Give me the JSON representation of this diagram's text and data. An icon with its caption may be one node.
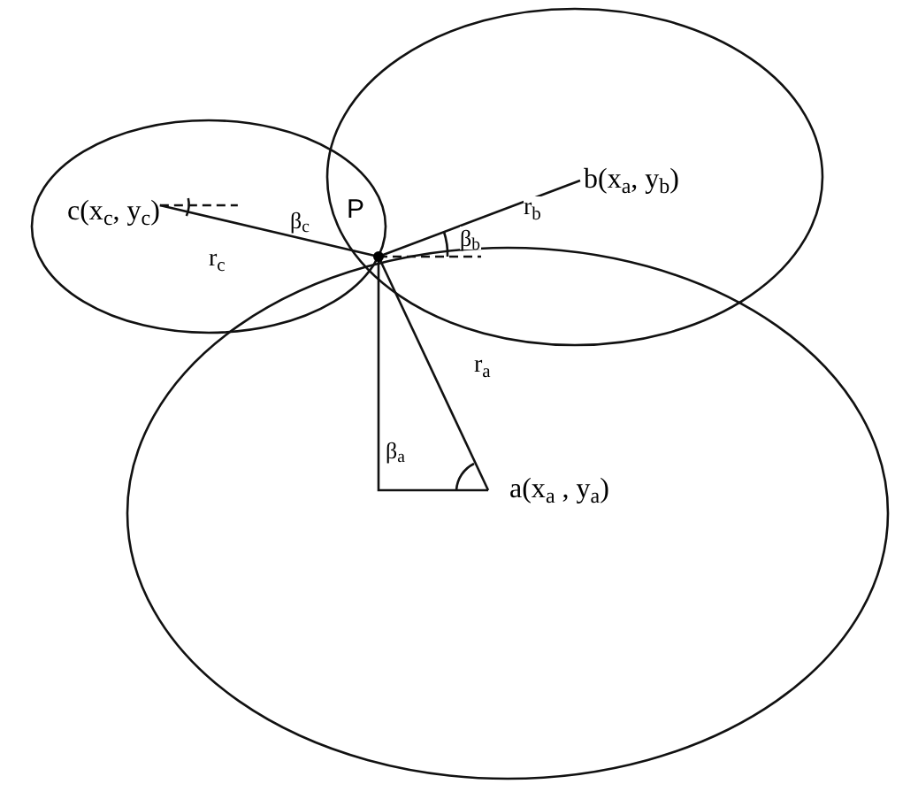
{
  "diagram": {
    "nodes": [
      {
        "text": [],
        "shape": "circle",
        "beside": [
          "P"
        ]
      },
      {
        "text": [
          "c(x$_{c}$, y$_{c}$)"
        ]
      },
      {
        "text": [
          "b(x$_{a}$, y$_{b}$)"
        ]
      },
      {
        "text": [
          "a(x$_{a}$ , y$_{a}$)"
        ]
      }
    ],
    "edges": [
      {
        "from": 0,
        "to": 1,
        "arrow": "none",
        "label": "r$_{c}$"
      },
      {
        "from": 0,
        "to": 2,
        "arrow": "none",
        "label": "r$_{b}$"
      },
      {
        "from": 0,
        "to": 3,
        "arrow": "none",
        "label": "r$_{a}$"
      }
    ],
    "labels": [
      "β$_{c}$",
      "β$_{b}$",
      "β$_{a}$"
    ]
  }
}
